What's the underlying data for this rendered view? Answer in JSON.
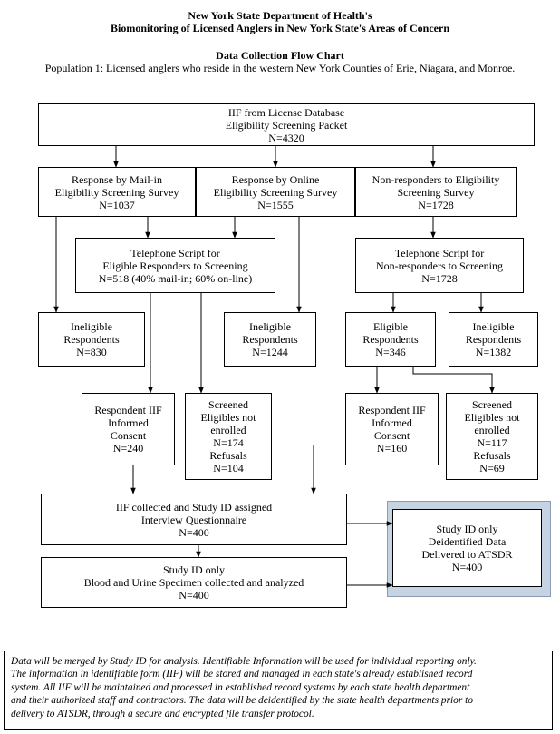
{
  "header": {
    "title_line1": "New York State Department of Health's",
    "title_line2": "Biomonitoring of Licensed Anglers in New York State's Areas of Concern",
    "chart_title": "Data Collection Flow Chart",
    "population": "Population 1: Licensed anglers who reside in the western New York Counties of Erie, Niagara, and Monroe."
  },
  "boxes": {
    "iif_db": [
      "IIF from License Database",
      "Eligibility Screening Packet",
      "N=4320"
    ],
    "mail": [
      "Response by Mail-in",
      "Eligibility Screening Survey",
      "N=1037"
    ],
    "online": [
      "Response by Online",
      "Eligibility Screening Survey",
      "N=1555"
    ],
    "nonresp": [
      "Non-responders to Eligibility",
      "Screening Survey",
      "N=1728"
    ],
    "tel_elig": [
      "Telephone Script for",
      "Eligible Responders to Screening",
      "N=518 (40% mail-in; 60% on-line)"
    ],
    "tel_non": [
      "Telephone Script for",
      "Non-responders to Screening",
      "N=1728"
    ],
    "inel_830": [
      "Ineligible",
      "Respondents",
      "N=830"
    ],
    "inel_1244": [
      "Ineligible",
      "Respondents",
      "N=1244"
    ],
    "elig_346": [
      "Eligible",
      "Respondents",
      "N=346"
    ],
    "inel_1382": [
      "Ineligible",
      "Respondents",
      "N=1382"
    ],
    "consent_240": [
      "Respondent IIF",
      "Informed",
      "Consent",
      "N=240"
    ],
    "screened_174": [
      "Screened",
      "Eligibles not",
      "enrolled",
      "N=174",
      "Refusals",
      "N=104"
    ],
    "consent_160": [
      "Respondent IIF",
      "Informed",
      "Consent",
      "N=160"
    ],
    "screened_117": [
      "Screened",
      "Eligibles not",
      "enrolled",
      "N=117",
      "Refusals",
      "N=69"
    ],
    "iif_collected": [
      "IIF collected and Study ID assigned",
      "Interview Questionnaire",
      "N=400"
    ],
    "study_specimen": [
      "Study ID only",
      "Blood and Urine Specimen collected and analyzed",
      "N=400"
    ],
    "atsdr": [
      "Study ID only",
      "Deidentified Data",
      "Delivered to ATSDR",
      "N=400"
    ]
  },
  "note": [
    "Data will be merged by Study ID for analysis.  Identifiable Information will be used for individual reporting only.",
    "The information in identifiable form (IIF) will be stored and managed in each state's already established record",
    "system. All IIF will be maintained and processed in established record systems by each state health department",
    "and their authorized staff and contractors. The data will be deidentified by the state health departments prior to",
    "delivery to ATSDR, through a secure and encrypted file transfer protocol."
  ]
}
